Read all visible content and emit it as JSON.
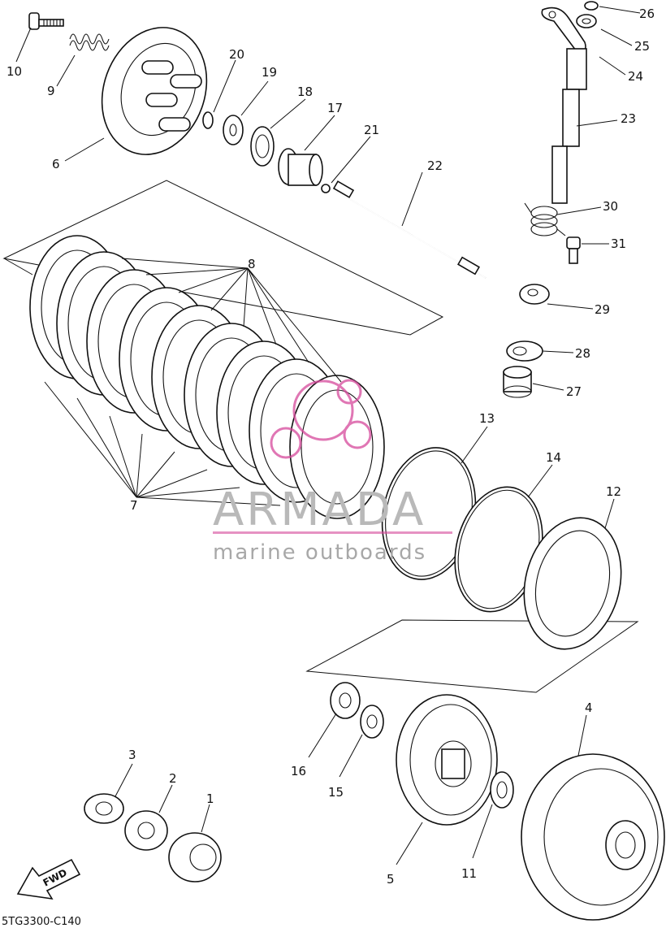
{
  "diagram_code": "5TG3300-C140",
  "fwd_label": "FWD",
  "watermark": {
    "brand": "ARMADA",
    "tagline": "marine outboards",
    "logo_color": "#d6499b"
  },
  "callouts": [
    "1",
    "2",
    "3",
    "4",
    "5",
    "6",
    "7",
    "8",
    "9",
    "10",
    "11",
    "12",
    "13",
    "14",
    "15",
    "16",
    "17",
    "18",
    "19",
    "20",
    "21",
    "22",
    "23",
    "24",
    "25",
    "26",
    "27",
    "28",
    "29",
    "30",
    "31"
  ]
}
